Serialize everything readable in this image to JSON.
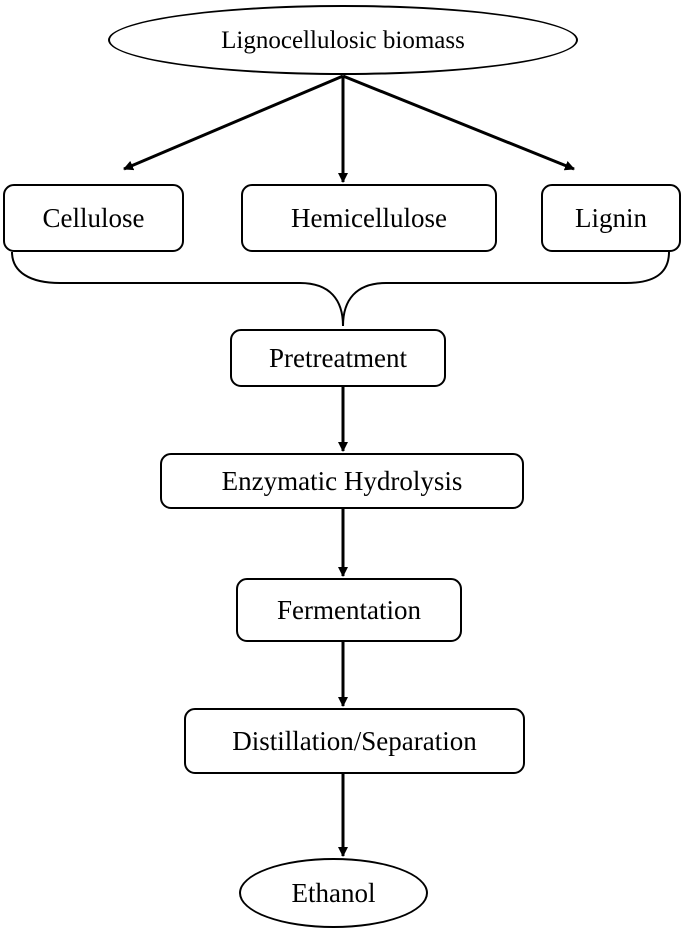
{
  "diagram": {
    "root": "Lignocellulosic biomass",
    "components": [
      "Cellulose",
      "Hemicellulose",
      "Lignin"
    ],
    "process_steps": [
      "Pretreatment",
      "Enzymatic Hydrolysis",
      "Fermentation",
      "Distillation/Separation"
    ],
    "product": "Ethanol",
    "colors": {
      "stroke": "#000000",
      "fill": "#ffffff",
      "text": "#000000"
    }
  }
}
